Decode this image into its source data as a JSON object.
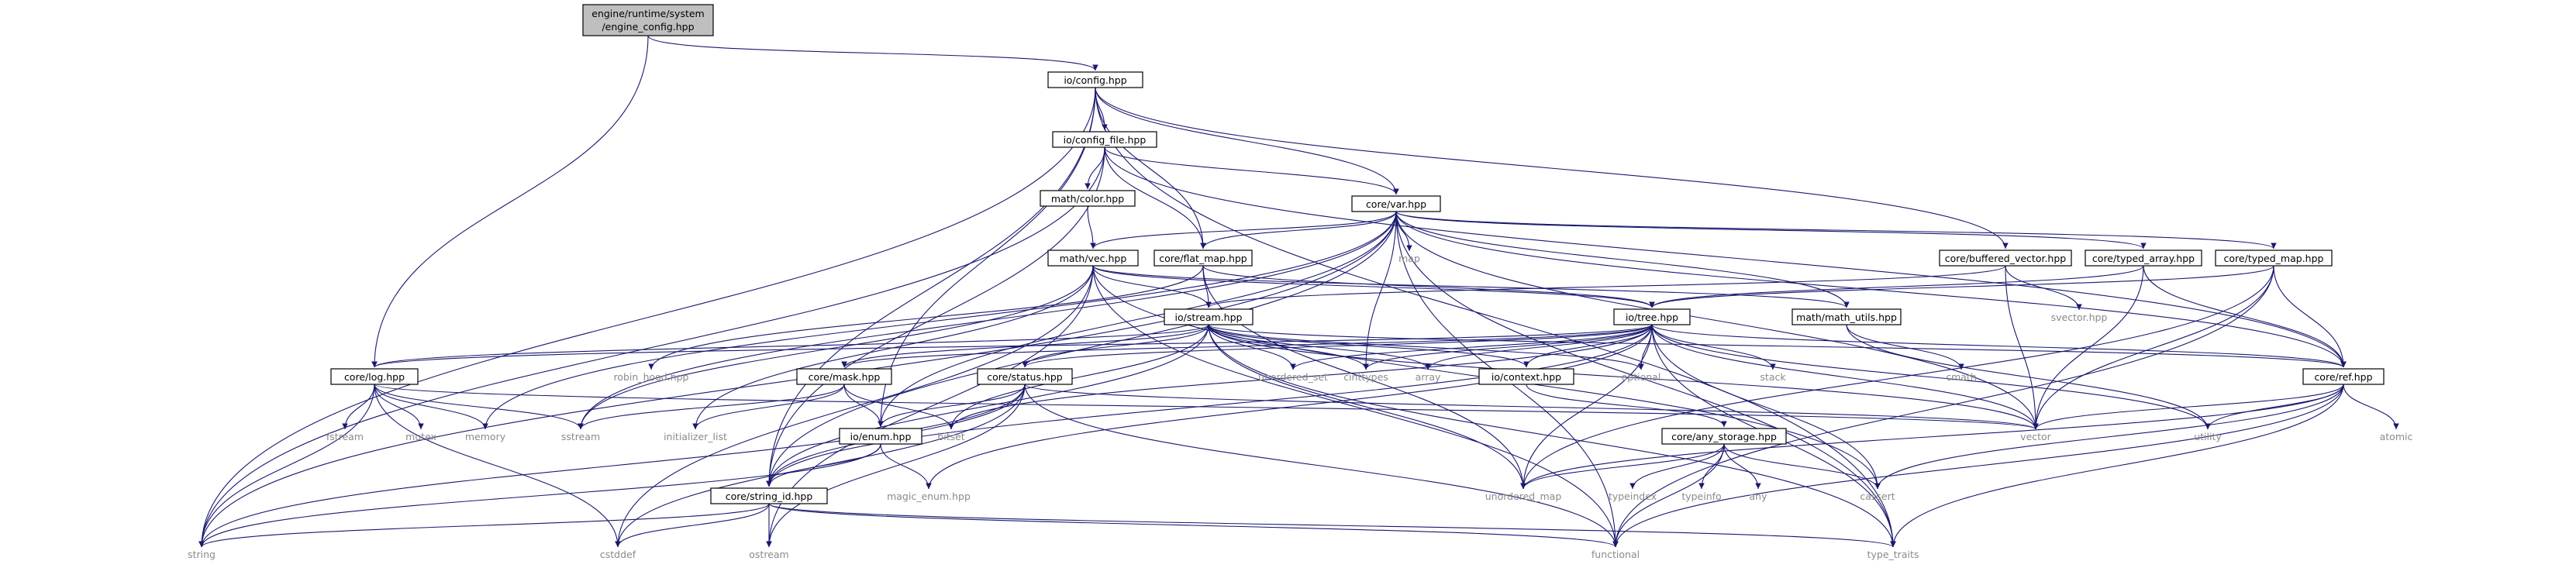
{
  "root": {
    "line1": "engine/runtime/system",
    "line2": "/engine_config.hpp"
  },
  "nodes": {
    "io_config": "io/config.hpp",
    "io_config_file": "io/config_file.hpp",
    "math_color": "math/color.hpp",
    "core_var": "core/var.hpp",
    "map": "map",
    "math_vec": "math/vec.hpp",
    "core_flat_map": "core/flat_map.hpp",
    "core_buffered_vector": "core/buffered_vector.hpp",
    "core_typed_array": "core/typed_array.hpp",
    "core_typed_map": "core/typed_map.hpp",
    "svector": "svector.hpp",
    "io_stream": "io/stream.hpp",
    "io_tree": "io/tree.hpp",
    "math_math_utils": "math/math_utils.hpp",
    "core_log": "core/log.hpp",
    "robin_hood": "robin_hood.hpp",
    "core_mask": "core/mask.hpp",
    "core_status": "core/status.hpp",
    "unordered_set": "unordered_set",
    "cinttypes": "cinttypes",
    "array": "array",
    "io_context": "io/context.hpp",
    "optional": "optional",
    "stack": "stack",
    "cmath": "cmath",
    "core_ref": "core/ref.hpp",
    "fstream": "fstream",
    "mutex": "mutex",
    "memory": "memory",
    "sstream": "sstream",
    "initializer_list": "initializer_list",
    "bitset": "bitset",
    "io_enum": "io/enum.hpp",
    "vector": "vector",
    "utility": "utility",
    "atomic": "atomic",
    "core_any_storage": "core/any_storage.hpp",
    "magic_enum": "magic_enum.hpp",
    "unordered_map": "unordered_map",
    "typeindex": "typeindex",
    "typeinfo": "typeinfo",
    "any": "any",
    "cassert": "cassert",
    "core_string_id": "core/string_id.hpp",
    "string": "string",
    "cstddef": "cstddef",
    "ostream": "ostream",
    "functional": "functional",
    "type_traits": "type_traits"
  },
  "colors": {
    "edge": "#191970",
    "root_fill": "#bfbfbf",
    "node_border": "#000000",
    "system_text": "#8a8a8a"
  }
}
